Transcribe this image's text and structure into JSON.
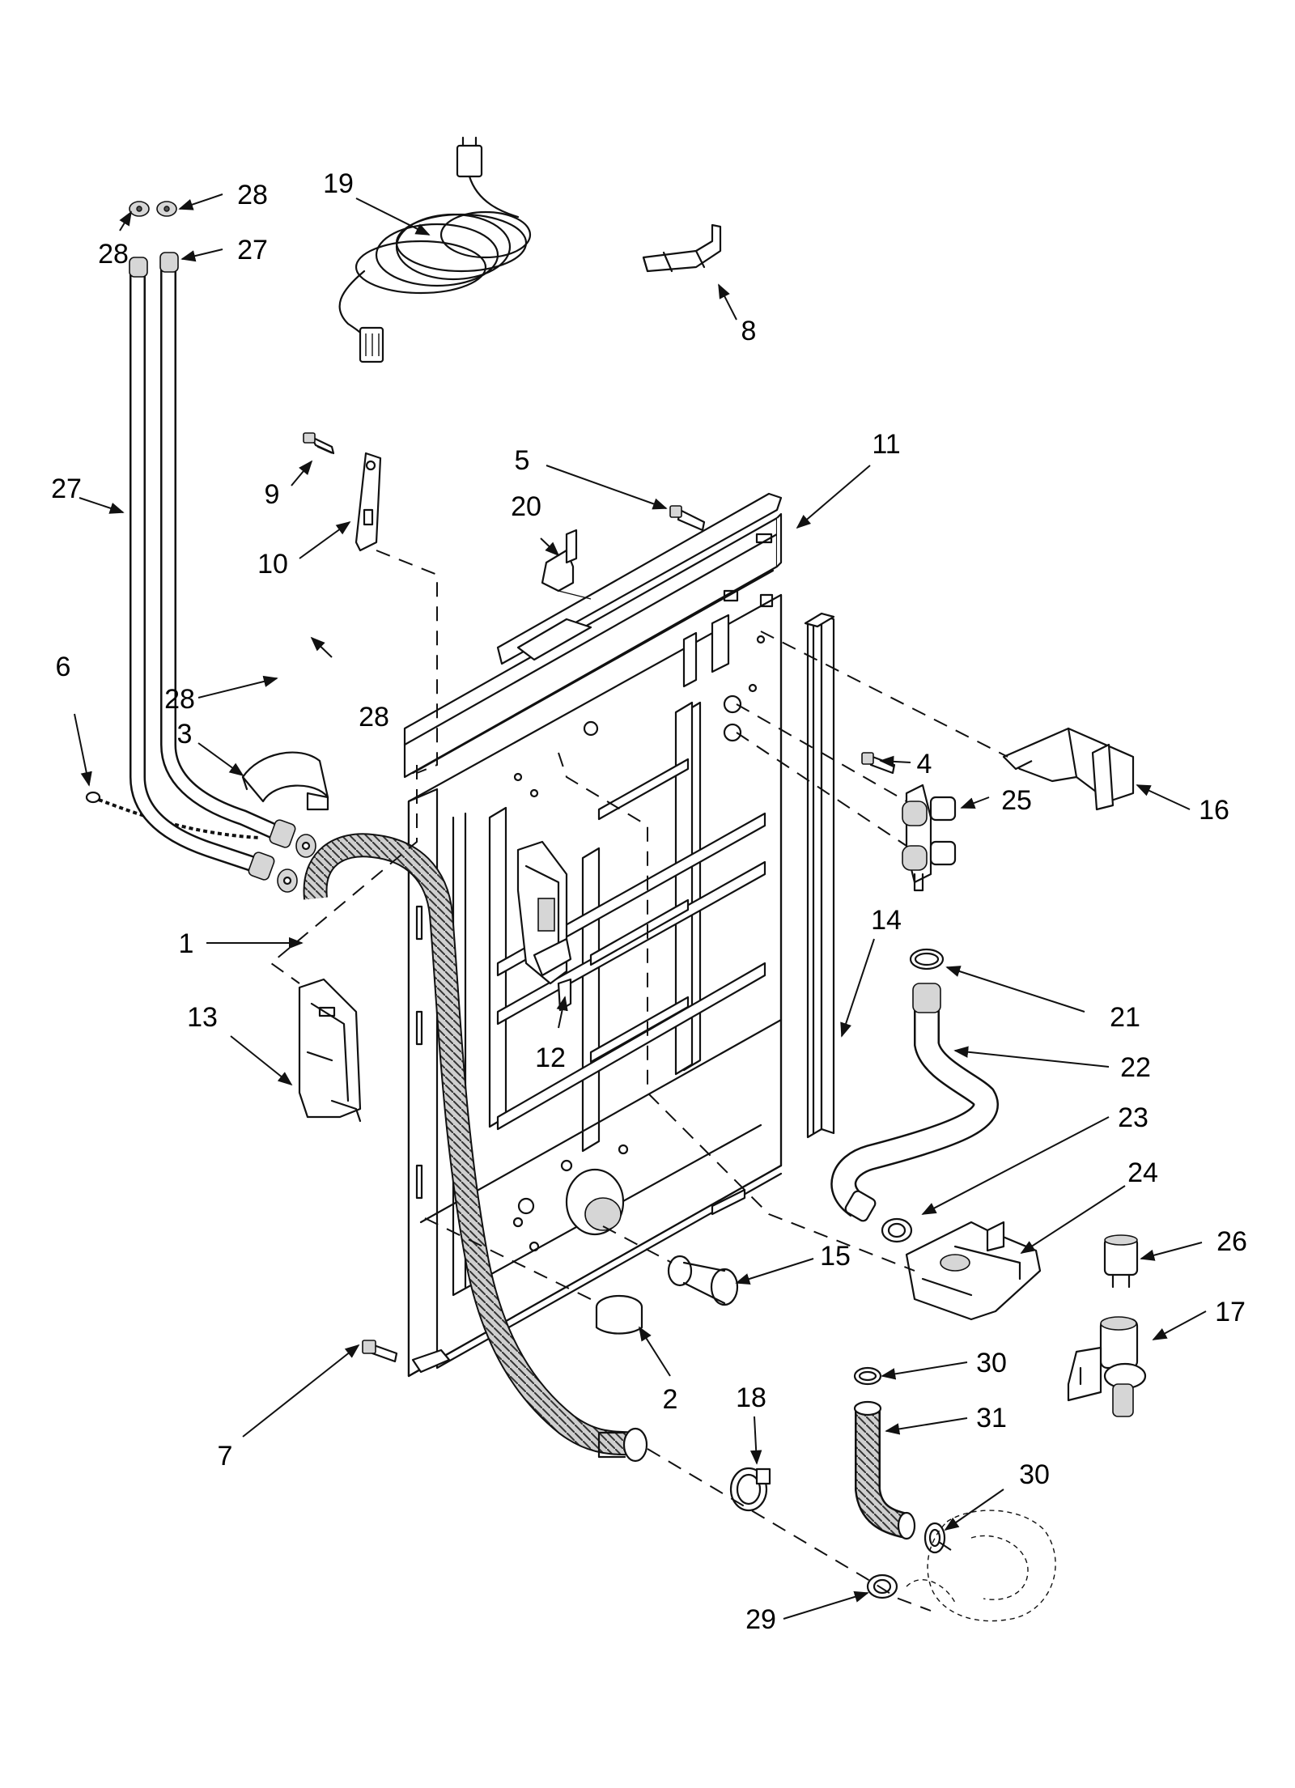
{
  "callouts": [
    {
      "id": "c-28a",
      "text": "28"
    },
    {
      "id": "c-28b",
      "text": "28"
    },
    {
      "id": "c-27a",
      "text": "27"
    },
    {
      "id": "c-19",
      "text": "19"
    },
    {
      "id": "c-8",
      "text": "8"
    },
    {
      "id": "c-27b",
      "text": "27"
    },
    {
      "id": "c-9",
      "text": "9"
    },
    {
      "id": "c-5",
      "text": "5"
    },
    {
      "id": "c-11",
      "text": "11"
    },
    {
      "id": "c-20",
      "text": "20"
    },
    {
      "id": "c-10",
      "text": "10"
    },
    {
      "id": "c-6",
      "text": "6"
    },
    {
      "id": "c-28c",
      "text": "28"
    },
    {
      "id": "c-28d",
      "text": "28"
    },
    {
      "id": "c-3",
      "text": "3"
    },
    {
      "id": "c-4",
      "text": "4"
    },
    {
      "id": "c-25",
      "text": "25"
    },
    {
      "id": "c-16",
      "text": "16"
    },
    {
      "id": "c-1",
      "text": "1"
    },
    {
      "id": "c-14",
      "text": "14"
    },
    {
      "id": "c-21",
      "text": "21"
    },
    {
      "id": "c-13",
      "text": "13"
    },
    {
      "id": "c-22",
      "text": "22"
    },
    {
      "id": "c-12",
      "text": "12"
    },
    {
      "id": "c-23",
      "text": "23"
    },
    {
      "id": "c-24",
      "text": "24"
    },
    {
      "id": "c-26",
      "text": "26"
    },
    {
      "id": "c-15",
      "text": "15"
    },
    {
      "id": "c-17",
      "text": "17"
    },
    {
      "id": "c-2",
      "text": "2"
    },
    {
      "id": "c-30a",
      "text": "30"
    },
    {
      "id": "c-18",
      "text": "18"
    },
    {
      "id": "c-31",
      "text": "31"
    },
    {
      "id": "c-7",
      "text": "7"
    },
    {
      "id": "c-30b",
      "text": "30"
    },
    {
      "id": "c-29",
      "text": "29"
    }
  ]
}
